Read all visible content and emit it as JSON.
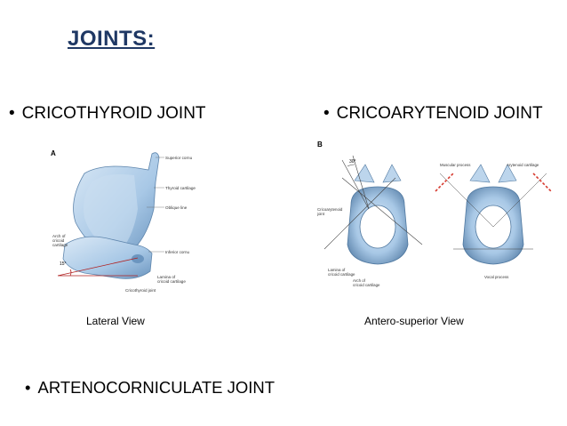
{
  "title": "JOINTS:",
  "bullets": {
    "cricothyroid": "CRICOTHYROID JOINT",
    "cricoarytenoid": "CRICOARYTENOID JOINT",
    "artenocorniculate": "ARTENOCORNICULATE JOINT"
  },
  "captions": {
    "lateral": "Lateral View",
    "antero": "Antero-superior View"
  },
  "figure_a": {
    "letter": "A",
    "labels": {
      "superior_cornu": "Superior cornu",
      "thyroid_cartilage": "Thyroid cartilage",
      "oblique_line": "Oblique line",
      "arch_of_cricoid": [
        "Arch of",
        "cricoid",
        "cartilage"
      ],
      "inferior_cornu": "Inferior cornu",
      "lamina_of_cricoid": [
        "Lamina of",
        "cricoid cartilage"
      ],
      "cricothyroid_joint": "Cricothyroid joint",
      "angle": "15°"
    }
  },
  "figure_b": {
    "letter": "B",
    "labels": {
      "angle": "30°",
      "cricoarytenoid_joint": [
        "Cricoarytenoid",
        "joint"
      ],
      "lamina_of_cricoid": [
        "Lamina of",
        "cricoid cartilage"
      ],
      "arch_of_cricoid": [
        "Arch of",
        "cricoid cartilage"
      ],
      "muscular_process": "Muscular process",
      "arytenoid_cartilage": "Arytenoid cartilage",
      "vocal_process": "Vocal process"
    }
  },
  "colors": {
    "title": "#1f3864",
    "cartilage_fill": "#a8c8e6",
    "cartilage_dark": "#6b95bf",
    "cartilage_light": "#dbe9f6",
    "arrow_red": "#d63a2f"
  }
}
